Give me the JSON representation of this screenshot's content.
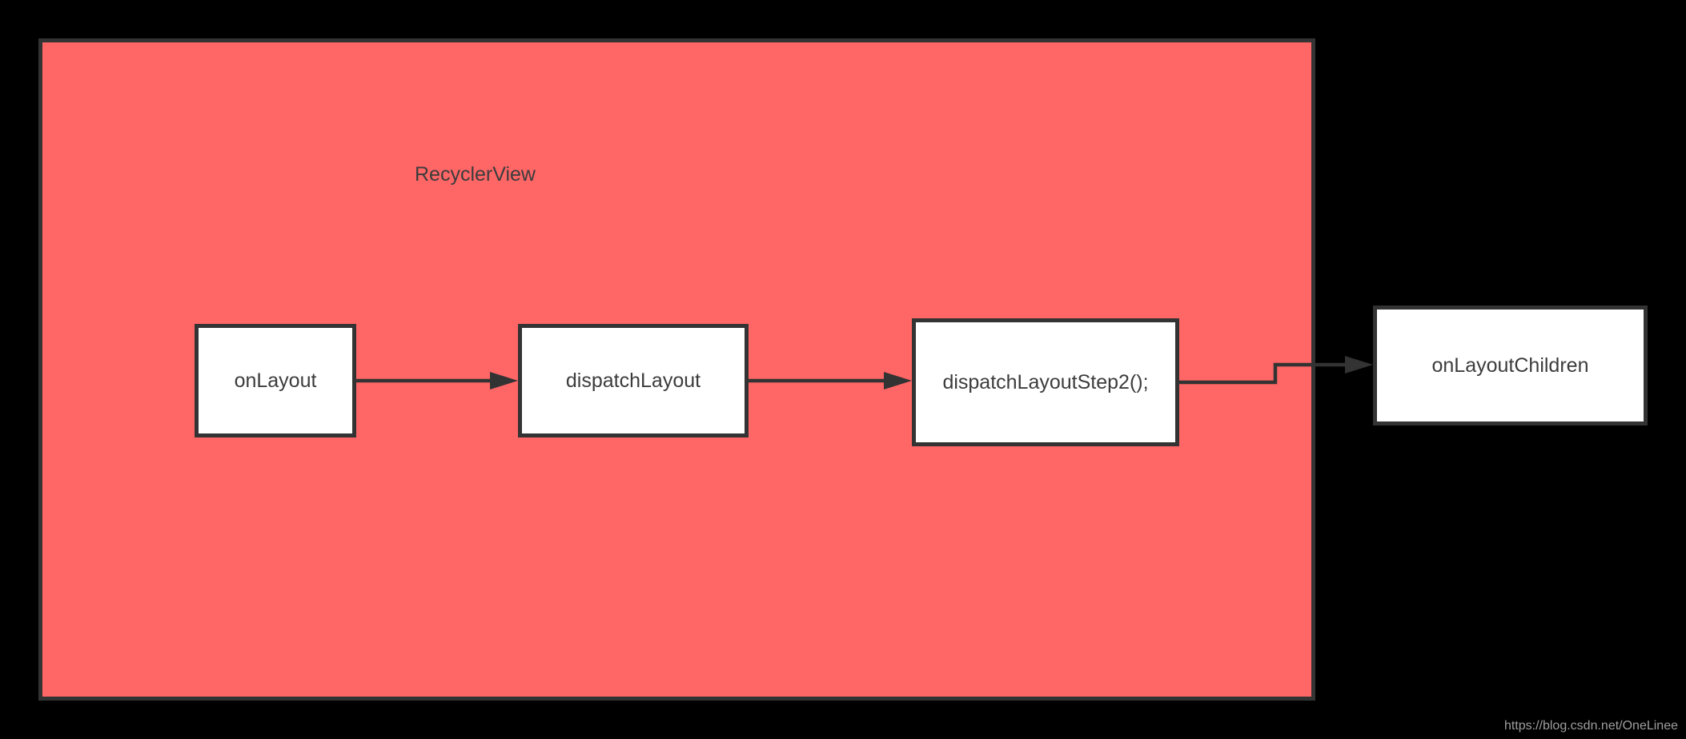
{
  "diagram": {
    "container_label": "RecyclerView",
    "nodes": [
      {
        "label": "onLayout"
      },
      {
        "label": "dispatchLayout"
      },
      {
        "label": "dispatchLayoutStep2();"
      },
      {
        "label": "onLayoutChildren"
      }
    ],
    "edges": [
      {
        "from": "onLayout",
        "to": "dispatchLayout"
      },
      {
        "from": "dispatchLayout",
        "to": "dispatchLayoutStep2();"
      },
      {
        "from": "dispatchLayoutStep2();",
        "to": "onLayoutChildren"
      }
    ],
    "colors": {
      "background": "#000000",
      "container_fill": "#FF6666",
      "stroke": "#333333",
      "node_fill": "#FFFFFF",
      "text": "#3C3C3C",
      "watermark": "#9E9E9E"
    }
  },
  "watermark": {
    "text": "https://blog.csdn.net/OneLinee"
  }
}
